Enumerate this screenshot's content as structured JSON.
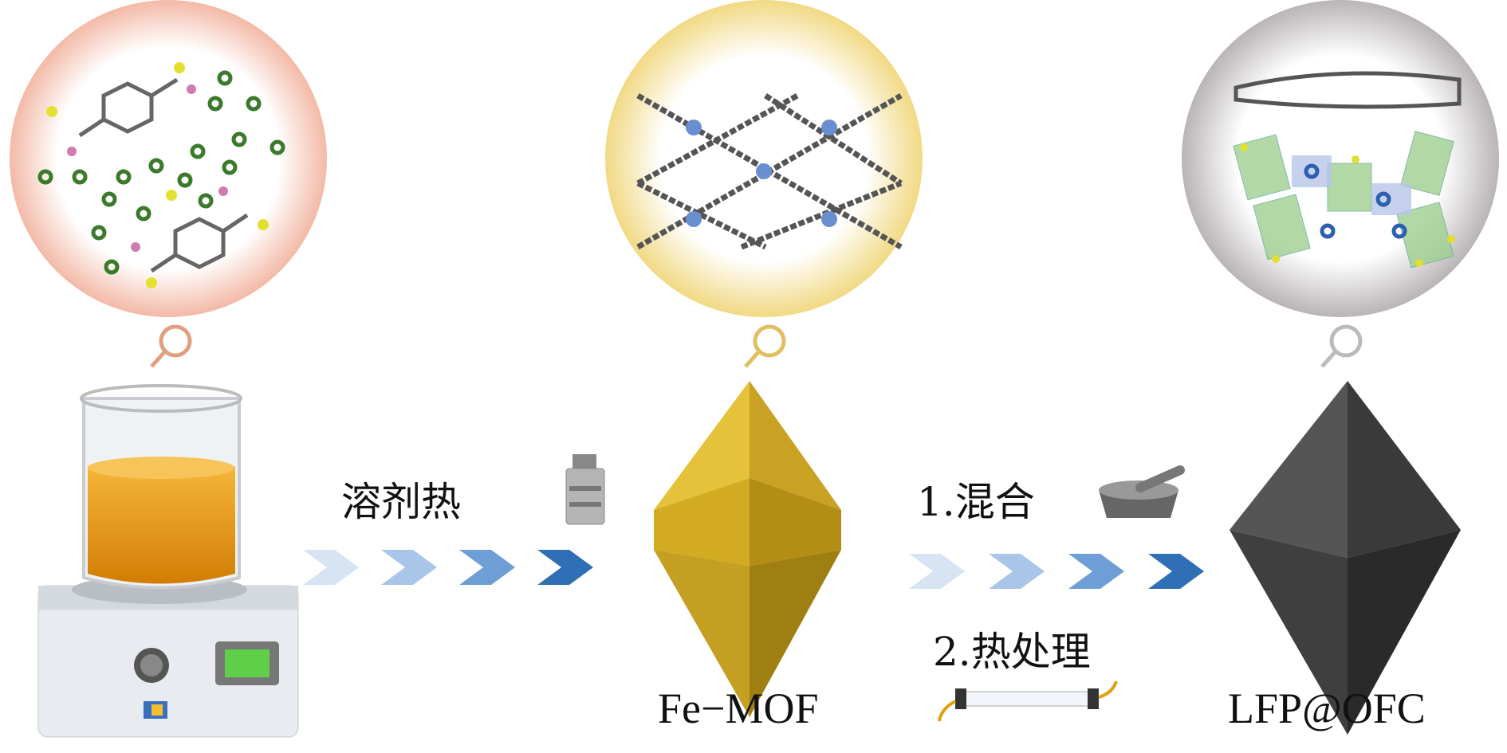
{
  "steps": {
    "step1_label": "溶剂热",
    "product1_label": "Fe−MOF",
    "step2a_label": "1.混合",
    "step2b_label": "2.热处理",
    "product2_label": "LFP@OFC"
  },
  "colors": {
    "chevron_light": "#cfe0f2",
    "chevron_dark": "#2f6fb5",
    "mof_gold": "#d9b32a",
    "lfp_dark": "#3c3c3c",
    "liquid": "#f0a010"
  }
}
